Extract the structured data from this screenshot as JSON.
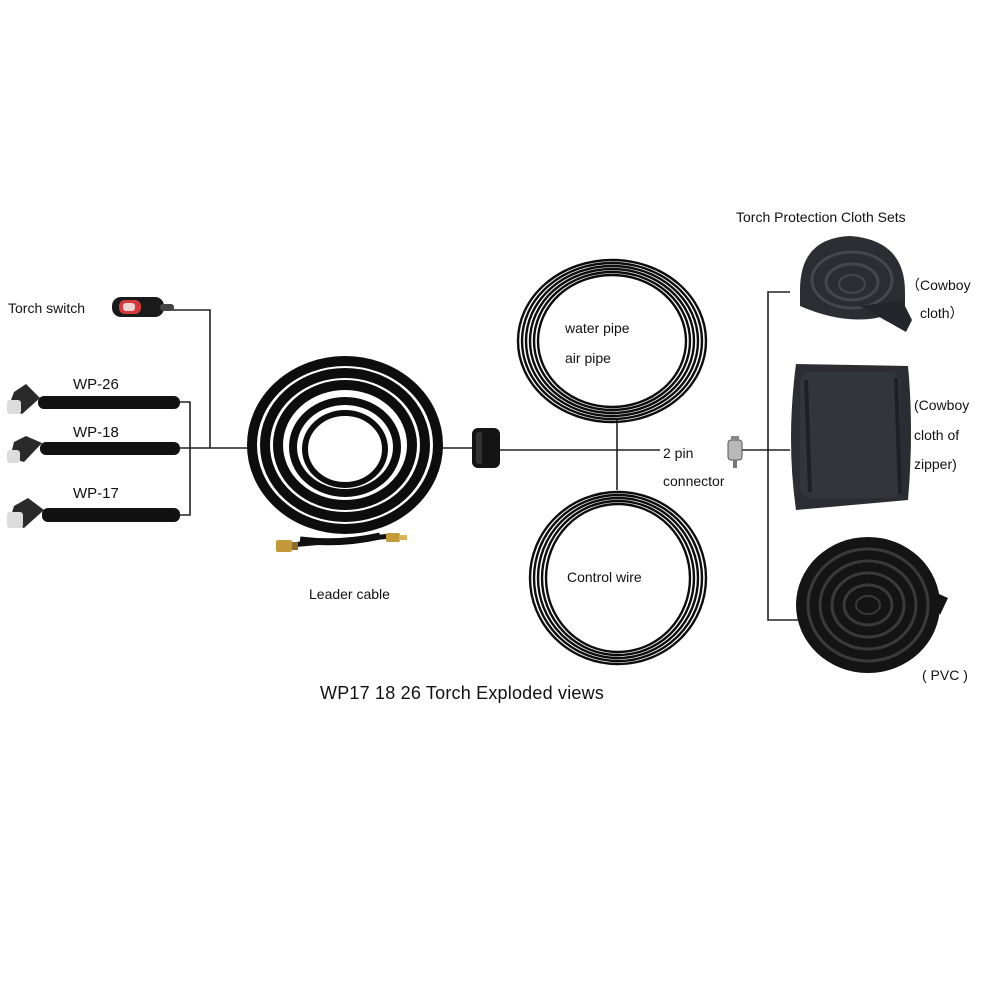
{
  "title": "WP17 18 26  Torch  Exploded views",
  "labels": {
    "torch_switch": "Torch switch",
    "wp26": "WP-26",
    "wp18": "WP-18",
    "wp17": "WP-17",
    "leader_cable": "Leader cable",
    "water_pipe": "water  pipe",
    "air_pipe": "air  pipe",
    "control_wire": "Control wire",
    "two_pin": "2 pin",
    "connector": "connector",
    "protection_sets": "Torch Protection Cloth Sets",
    "cowboy_1a": "（Cowboy",
    "cowboy_1b": "cloth）",
    "cowboy_2a": "(Cowboy",
    "cowboy_2b": "cloth of",
    "cowboy_2c": "zipper)",
    "pvc": "( PVC )"
  },
  "colors": {
    "line": "#222222",
    "cable": "#0d0d0d",
    "cloth": "#2b2d33",
    "switch_red": "#d23b3b",
    "brass": "#c39a3a"
  },
  "icons": {
    "torch": "tig-torch-icon",
    "switch": "torch-switch-icon",
    "coil": "cable-coil-icon",
    "connector": "pin-connector-icon",
    "cloth": "protection-cloth-icon"
  }
}
